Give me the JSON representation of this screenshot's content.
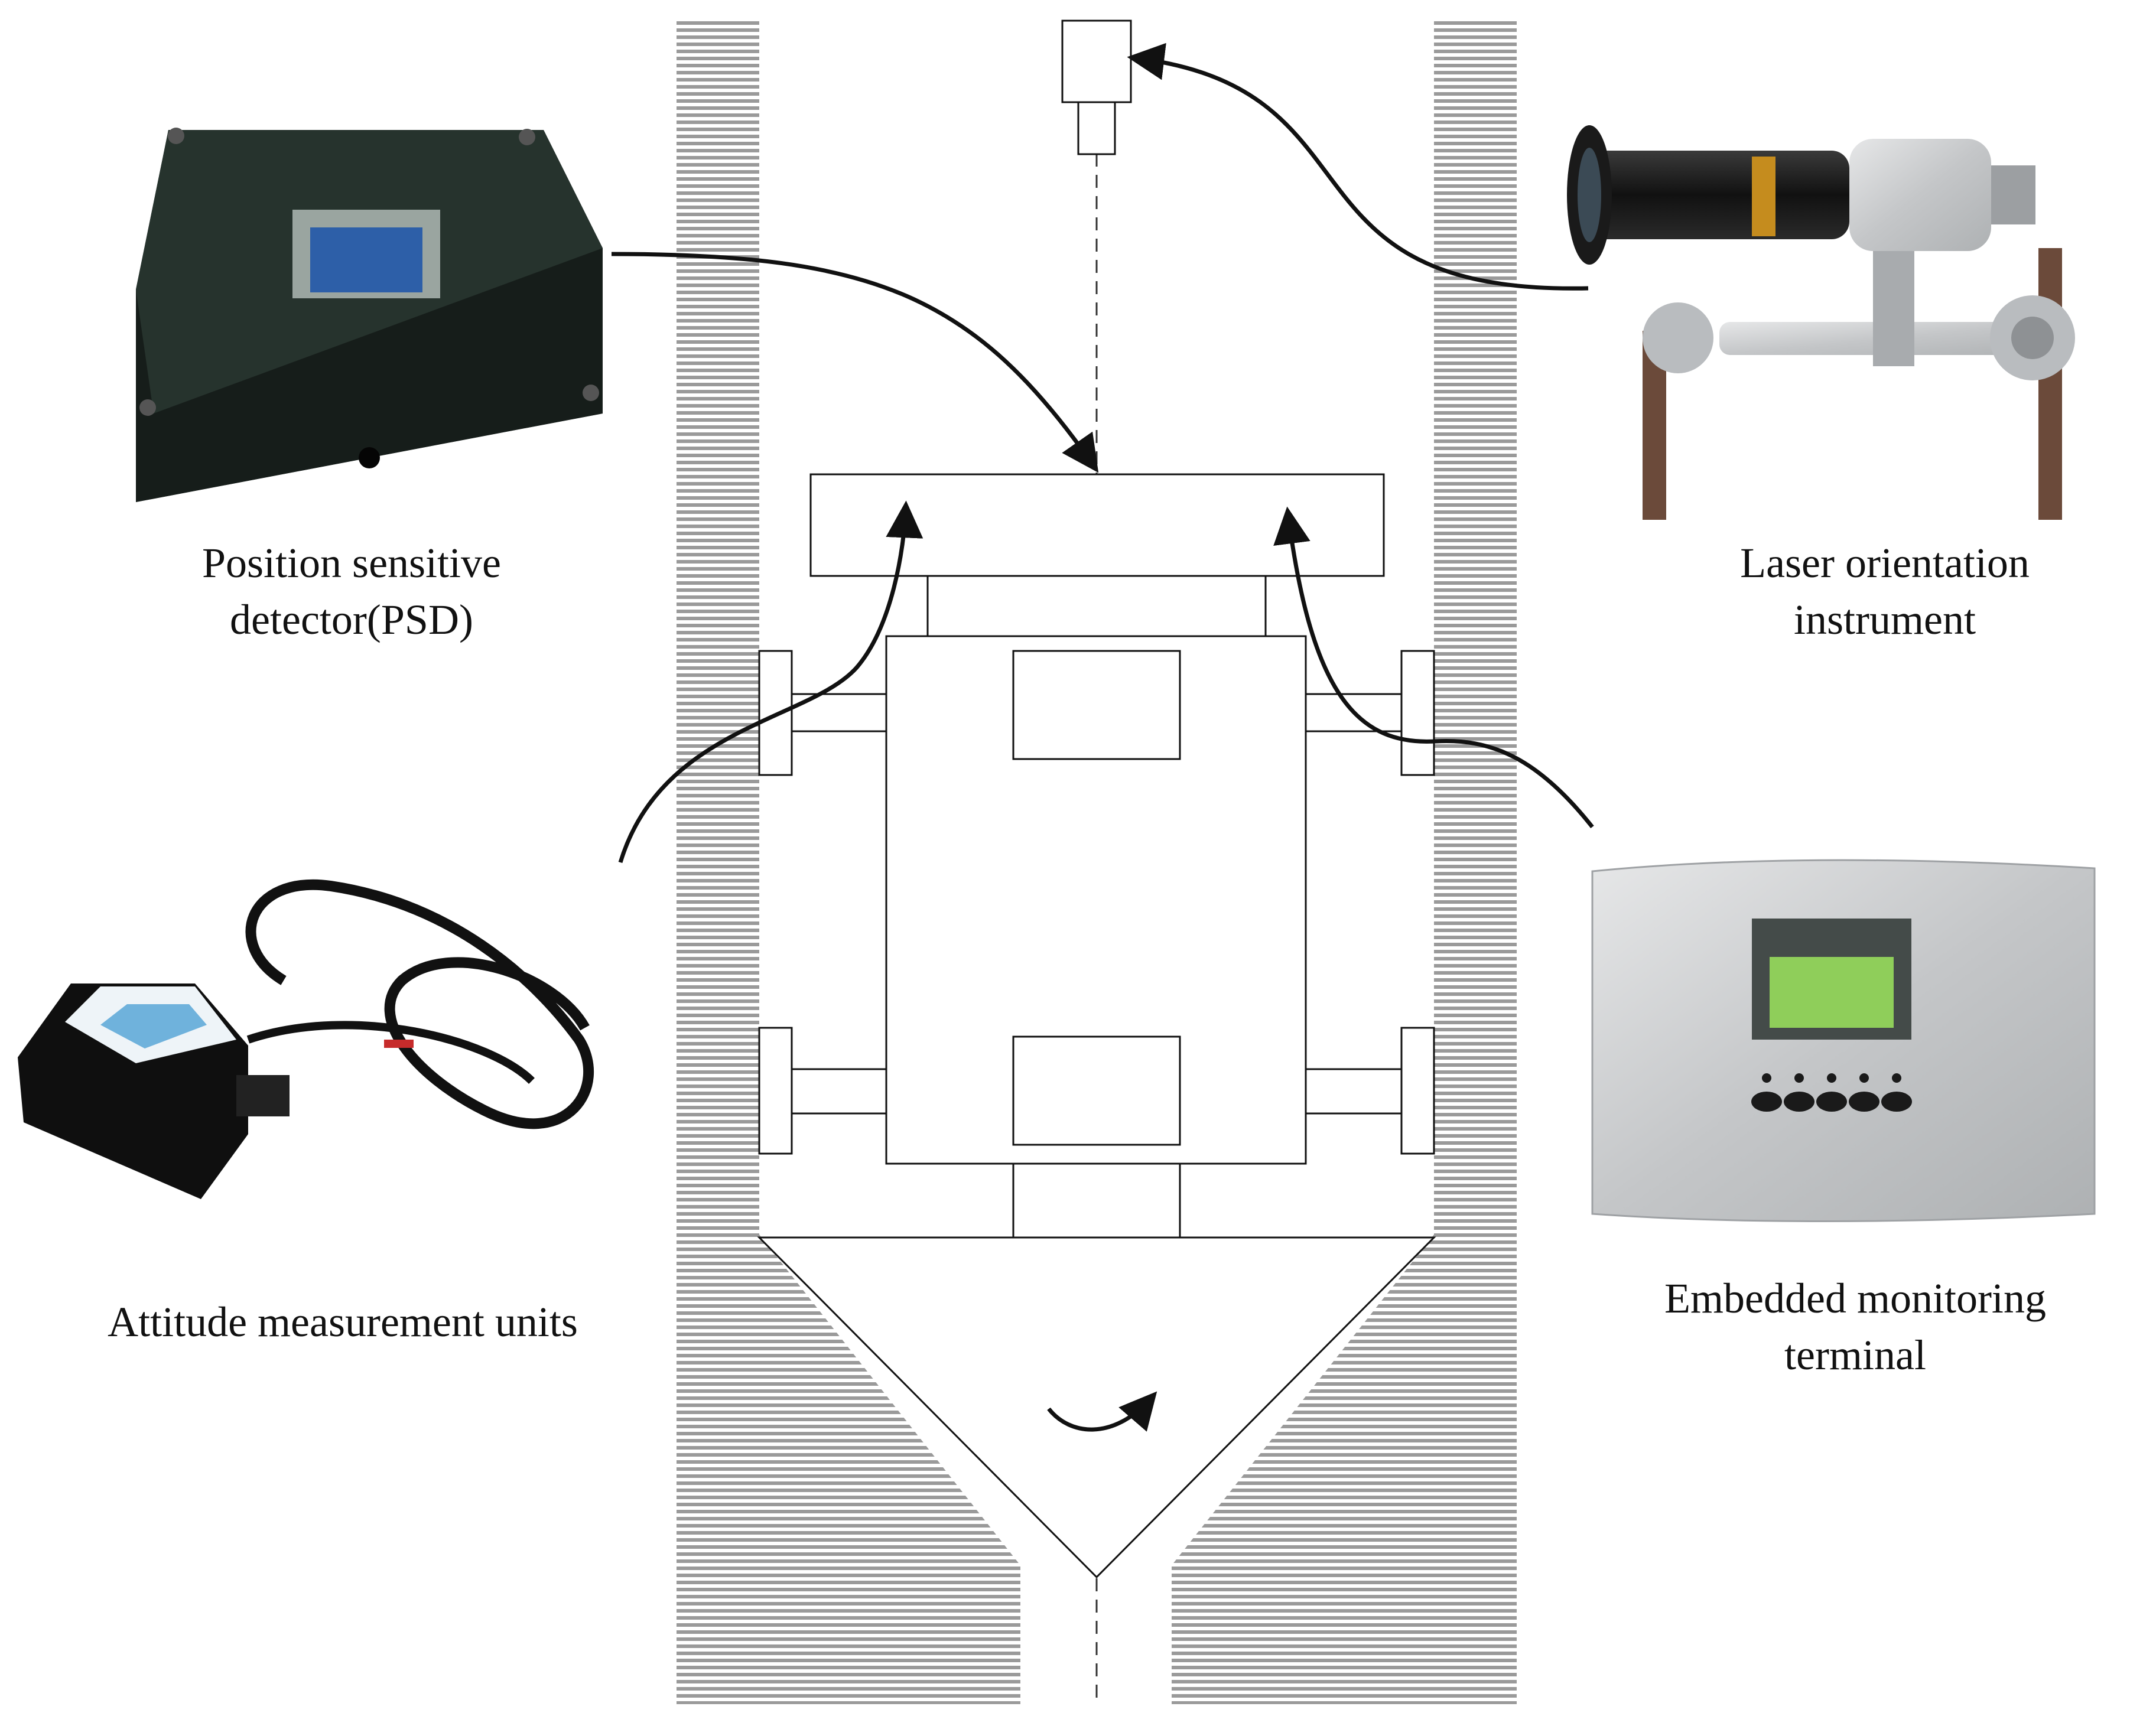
{
  "labels": {
    "psd": [
      "Position sensitive",
      "detector(PSD)"
    ],
    "laser": [
      "Laser orientation",
      "instrument"
    ],
    "attitude": [
      "Attitude measurement units"
    ],
    "terminal": [
      "Embedded monitoring",
      "terminal"
    ]
  },
  "colors": {
    "line": "#111111",
    "wall_stripe": "#9a9a9a",
    "device_dark": "#1f2b26",
    "lcd": "#8fce5a",
    "metal": "#c9cbcd",
    "rebar": "#6b4a3a"
  }
}
